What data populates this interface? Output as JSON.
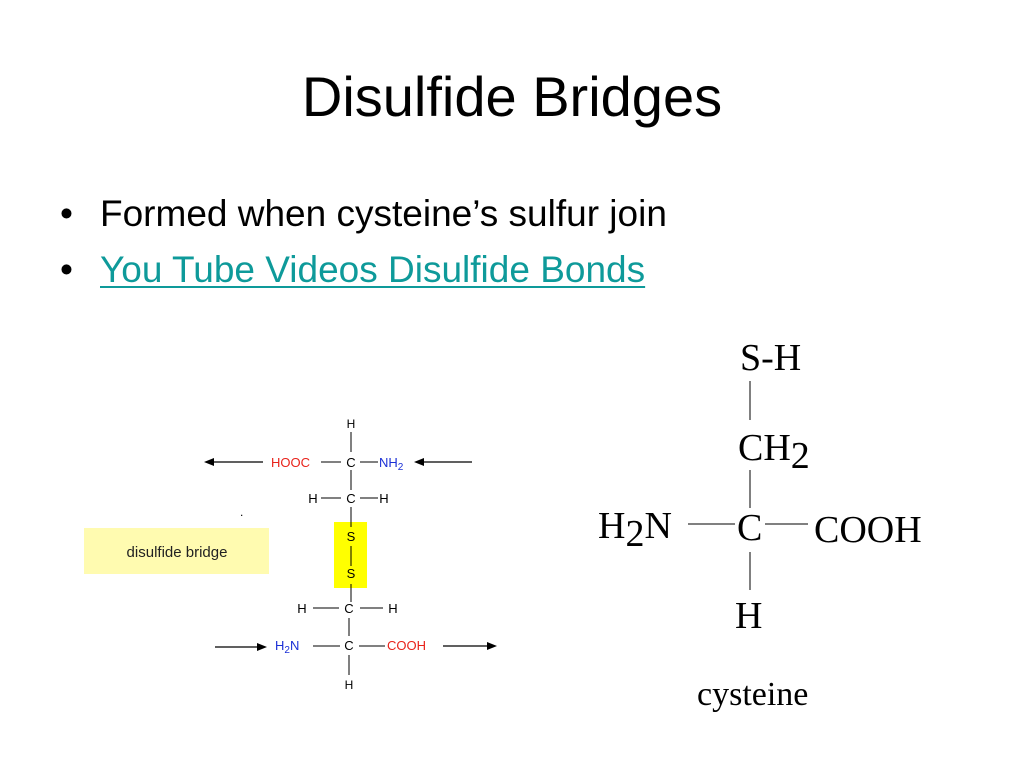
{
  "slide": {
    "title": "Disulfide Bridges",
    "bullets": [
      {
        "text": "Formed when cysteine’s sulfur join"
      },
      {
        "text": "You Tube Videos Disulfide Bonds",
        "is_link": true
      }
    ],
    "bullet_glyph": "•"
  },
  "left_diagram": {
    "label_box": "disulfide bridge",
    "top_h": "H",
    "hooc": "HOOC",
    "c1": "C",
    "nh": "NH",
    "sub2": "2",
    "h_left_1": "H",
    "c2": "C",
    "h_right_1": "H",
    "s1": "S",
    "s2": "S",
    "h_left_2": "H",
    "c3": "C",
    "h_right_2": "H",
    "h2n_h": "H",
    "h2n_n": "N",
    "c4": "C",
    "cooh": "COOH",
    "bottom_h": "H",
    "dot": "."
  },
  "right_diagram": {
    "sh": "S-H",
    "ch": "CH",
    "sub2": "2",
    "h2n_h": "H",
    "h2n_n": "N",
    "c": "C",
    "cooh": "COOH",
    "h": "H",
    "caption": "cysteine"
  },
  "colors": {
    "red": "#e8231b",
    "blue": "#1a2fd6",
    "link": "#0e9a9a",
    "highlight_yellow": "#ffff00",
    "label_box_fill": "#fffbb0"
  }
}
